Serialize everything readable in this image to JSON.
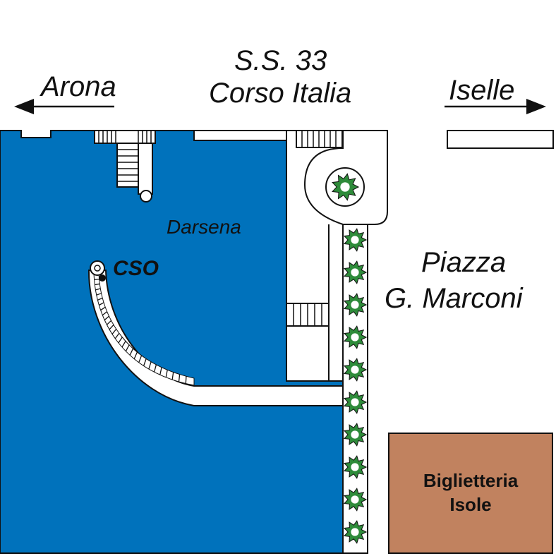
{
  "colors": {
    "water": "#0072bc",
    "building": "#c1825f",
    "outline": "#111111",
    "hedge": "#2e8b3a",
    "paper": "#ffffff"
  },
  "road": {
    "line1": "S.S. 33",
    "line2": "Corso Italia"
  },
  "directions": {
    "left": "Arona",
    "right": "Iselle"
  },
  "places": {
    "darsena": "Darsena",
    "piazza_line1": "Piazza",
    "piazza_line2": "G. Marconi",
    "cso": "CSO"
  },
  "building": {
    "line1": "Biglietteria",
    "line2": "Isole"
  },
  "icons": {
    "left_arrow": "arrow-left-icon",
    "right_arrow": "arrow-right-icon",
    "location_marker": "location-dot-icon",
    "plant": "shrub-icon"
  }
}
